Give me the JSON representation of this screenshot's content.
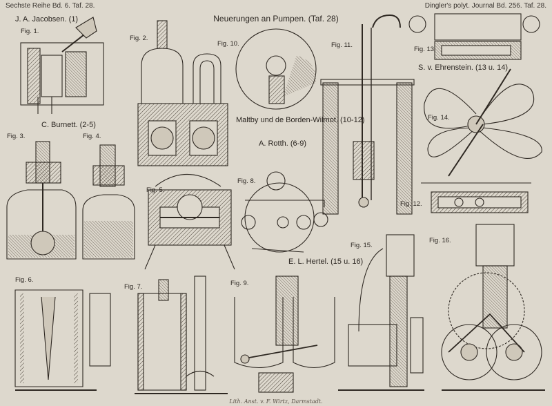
{
  "header": {
    "left": "Sechste Reihe Bd. 6. Taf. 28.",
    "right": "Dingler's polyt. Journal Bd. 256. Taf. 28."
  },
  "title": "Neuerungen an Pumpen. (Taf. 28)",
  "attributions": {
    "jacobsen": "J. A. Jacobsen. (1)",
    "burnett": "C. Burnett. (2-5)",
    "maltby": "Maltby und de Borden-Wilmot. (10-12)",
    "rotth": "A. Rotth. (6-9)",
    "ehrenstein": "S. v. Ehrenstein. (13 u. 14)",
    "hertel": "E. L. Hertel. (15 u. 16)"
  },
  "figures": {
    "f1": "Fig. 1.",
    "f2": "Fig. 2.",
    "f3": "Fig. 3.",
    "f4": "Fig. 4.",
    "f5": "Fig. 5.",
    "f6": "Fig. 6.",
    "f7": "Fig. 7.",
    "f8": "Fig. 8.",
    "f9": "Fig. 9.",
    "f10": "Fig. 10.",
    "f11": "Fig. 11.",
    "f12": "Fig. 12.",
    "f13": "Fig. 13.",
    "f14": "Fig. 14.",
    "f15": "Fig. 15.",
    "f16": "Fig. 16."
  },
  "imprint": "Lith. Anst. v. F. Wirtz, Darmstadt."
}
